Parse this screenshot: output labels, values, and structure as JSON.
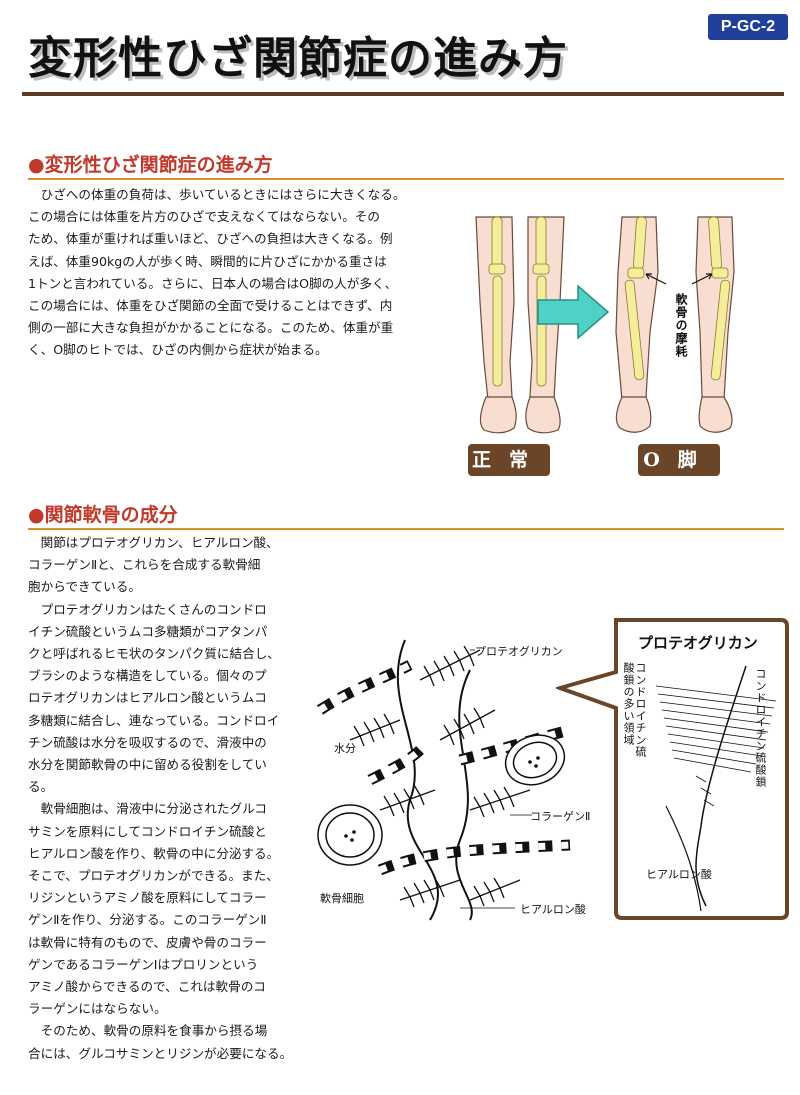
{
  "header": {
    "page_code": "P-GC-2",
    "title": "変形性ひざ関節症の進み方"
  },
  "section1": {
    "heading": "●変形性ひざ関節症の進み方",
    "lines": [
      "　ひざへの体重の負荷は、歩いているときにはさらに大きくなる。",
      "この場合には体重を片方のひざで支えなくてはならない。その",
      "ため、体重が重ければ重いほど、ひざへの負担は大きくなる。例",
      "えば、体重90kgの人が歩く時、瞬間的に片ひざにかかる重さは",
      "1トンと言われている。さらに、日本人の場合はO脚の人が多く、",
      "この場合には、体重をひざ関節の全面で受けることはできず、内",
      "側の一部に大きな負担がかかることになる。このため、体重が重",
      "く、O脚のヒトでは、ひざの内側から症状が始まる。"
    ],
    "figure": {
      "normal_label": "正常",
      "oleg_label": "O脚",
      "wear_label": "軟骨の摩耗"
    }
  },
  "section2": {
    "heading": "●関節軟骨の成分",
    "lines": [
      "　関節はプロテオグリカン、ヒアルロン酸、",
      "コラーゲンⅡと、これらを合成する軟骨細",
      "胞からできている。",
      "　プロテオグリカンはたくさんのコンドロ",
      "イチン硫酸というムコ多糖類がコアタンパ",
      "クと呼ばれるヒモ状のタンパク質に結合し、",
      "ブラシのような構造をしている。個々のプ",
      "ロテオグリカンはヒアルロン酸というムコ",
      "多糖類に結合し、連なっている。コンドロイ",
      "チン硫酸は水分を吸収するので、滑液中の",
      "水分を関節軟骨の中に留める役割をしてい",
      "る。",
      "　軟骨細胞は、滑液中に分泌されたグルコ",
      "サミンを原料にしてコンドロイチン硫酸と",
      "ヒアルロン酸を作り、軟骨の中に分泌する。",
      "そこで、プロテオグリカンができる。また、",
      "リジンというアミノ酸を原料にしてコラー",
      "ゲンⅡを作り、分泌する。このコラーゲンⅡ",
      "は軟骨に特有のもので、皮膚や骨のコラー",
      "ゲンであるコラーゲンⅠはプロリンという",
      "アミノ酸からできるので、これは軟骨のコ",
      "ラーゲンにはならない。",
      "　そのため、軟骨の原料を食事から摂る場",
      "合には、グルコサミンとリジンが必要になる。"
    ],
    "diagram": {
      "proteoglycan": "プロテオグリカン",
      "water": "水分",
      "collagen": "コラーゲンⅡ",
      "chondrocyte": "軟骨細胞",
      "hyaluronic": "ヒアルロン酸"
    },
    "inset": {
      "title": "プロテオグリカン",
      "many_region": "コンドロイチン硫酸鎖の多い領域",
      "chain": "コンドロイチン硫酸鎖",
      "hyaluronic": "ヒアルロン酸"
    }
  }
}
